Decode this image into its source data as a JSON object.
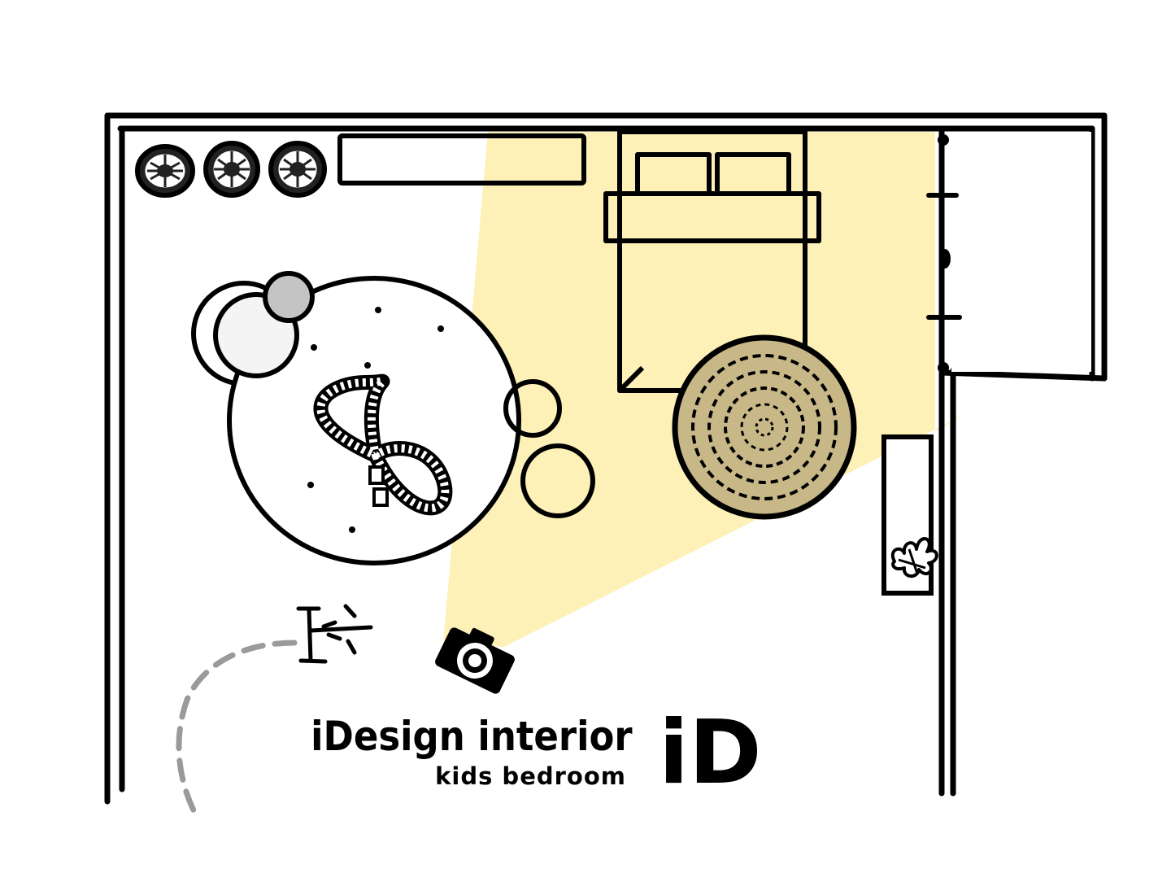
{
  "brand": {
    "title": "iDesign interior",
    "subtitle": "kids bedroom",
    "logo": "iD"
  },
  "colors": {
    "wall": "#000000",
    "camera_view": "#fdf1b8",
    "rug_jute": "#c8b888",
    "pouf_grey": "#c4c4c4",
    "table_light": "#f4f4f4",
    "path_dash": "#9a9a9a"
  },
  "icons": {
    "camera": "camera-icon",
    "plant": "plant-icon",
    "scooter": "scooter-icon",
    "baskets": "basket-icon"
  }
}
